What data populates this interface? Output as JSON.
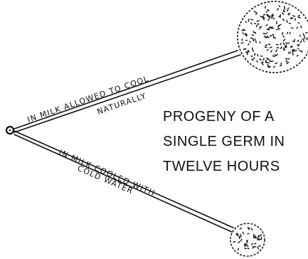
{
  "title_lines": [
    "PROGENY OF A",
    "SINGLE GERM IN",
    "TWELVE HOURS"
  ],
  "upper_branch": {
    "label_line1": "IN MILK ALLOWED TO COOL",
    "label_line2": "NATURALLY"
  },
  "lower_branch": {
    "label_line1": "IN MILK COOLED WITH",
    "label_line2": "COLD WATER"
  },
  "colors": {
    "ink": "#111111",
    "paper": "#ffffff"
  }
}
